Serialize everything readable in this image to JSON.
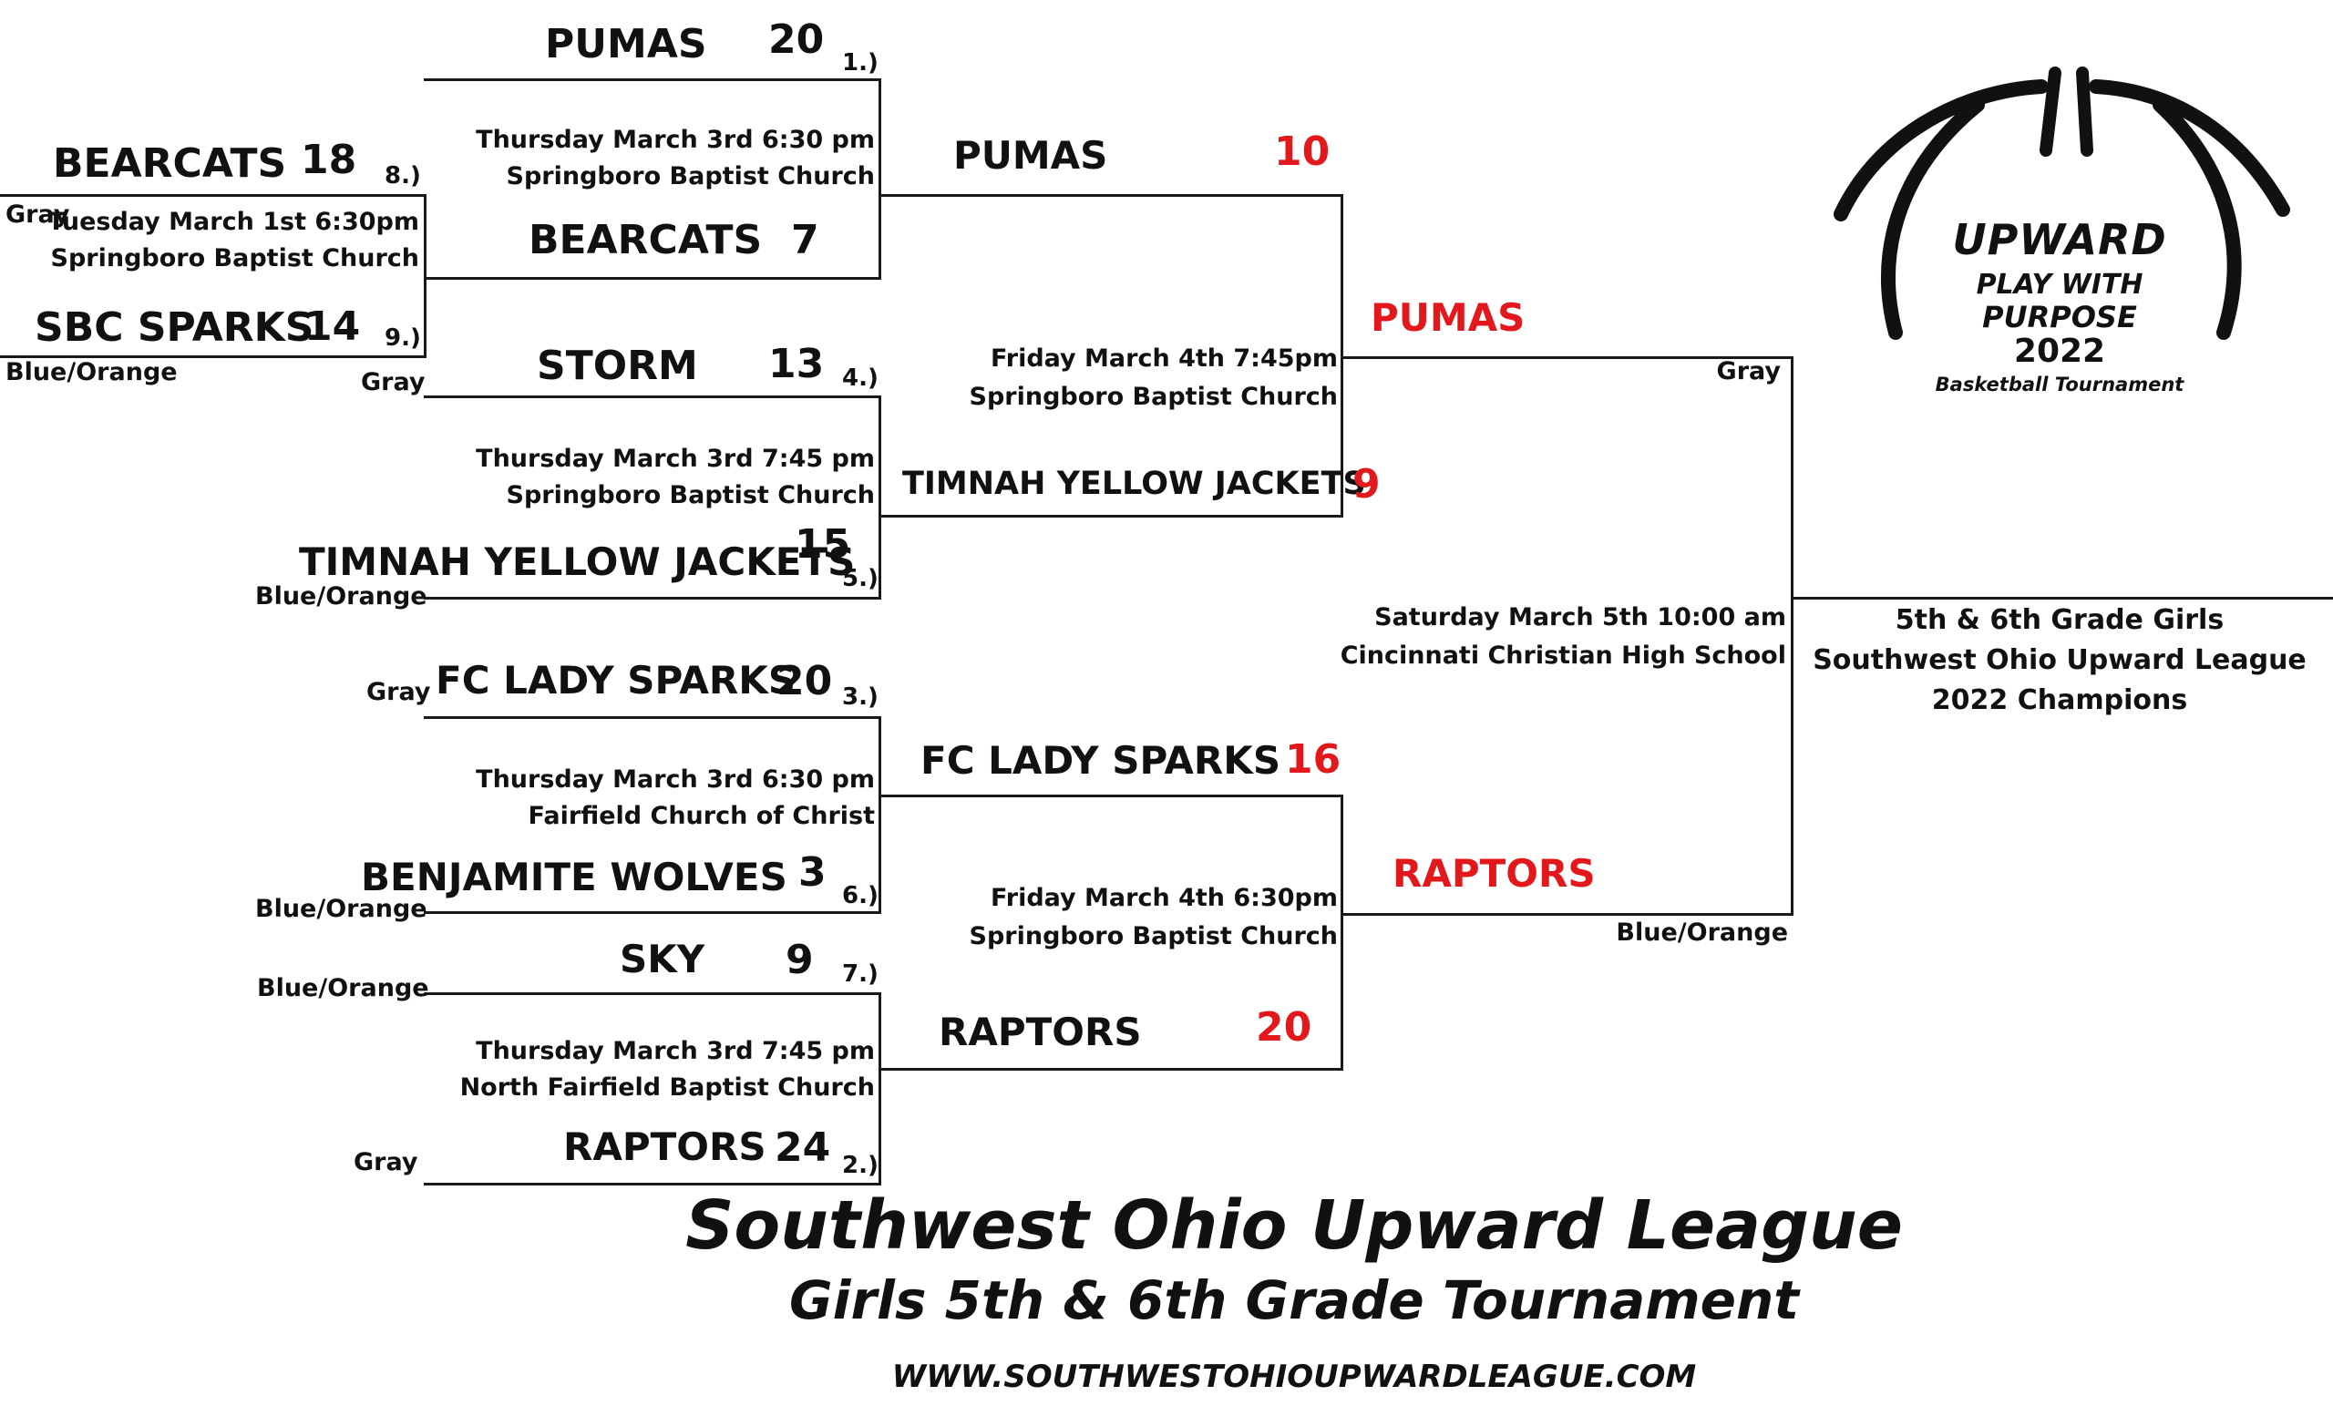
{
  "round0": {
    "team_a": {
      "name": "BEARCATS",
      "score": "18",
      "seed": "8.)",
      "color": "Gray"
    },
    "team_b": {
      "name": "SBC SPARKS",
      "score": "14",
      "seed": "9.)",
      "color": "Blue/Orange",
      "color_right": "Gray"
    },
    "date": "Tuesday March 1st 6:30pm",
    "venue": "Springboro Baptist Church"
  },
  "round1": [
    {
      "top": {
        "name": "PUMAS",
        "score": "20",
        "seed": "1.)"
      },
      "bottom": {
        "name": "BEARCATS",
        "score": "7"
      },
      "date": "Thursday March 3rd 6:30 pm",
      "venue": "Springboro Baptist Church"
    },
    {
      "top": {
        "name": "STORM",
        "score": "13",
        "seed": "4.)"
      },
      "bottom": {
        "name": "TIMNAH YELLOW JACKETS",
        "score": "15",
        "seed": "5.)",
        "color": "Blue/Orange"
      },
      "date": "Thursday March 3rd 7:45 pm",
      "venue": "Springboro Baptist Church"
    },
    {
      "top": {
        "name": "FC LADY SPARKS",
        "score": "20",
        "seed": "3.)",
        "color": "Gray"
      },
      "bottom": {
        "name": "BENJAMITE WOLVES",
        "score": "3",
        "seed": "6.)",
        "color": "Blue/Orange"
      },
      "date": "Thursday March 3rd 6:30 pm",
      "venue": "Fairfield Church of Christ"
    },
    {
      "top": {
        "name": "SKY",
        "score": "9",
        "seed": "7.)",
        "color": "Blue/Orange"
      },
      "bottom": {
        "name": "RAPTORS",
        "score": "24",
        "seed": "2.)",
        "color": "Gray"
      },
      "date": "Thursday March 3rd 7:45 pm",
      "venue": "North Fairfield Baptist Church"
    }
  ],
  "round2": [
    {
      "top": {
        "name": "PUMAS",
        "score": "10"
      },
      "bottom": {
        "name": "TIMNAH YELLOW JACKETS",
        "score": "9"
      },
      "date": "Friday March 4th 7:45pm",
      "venue": "Springboro Baptist Church"
    },
    {
      "top": {
        "name": "FC LADY SPARKS",
        "score": "16"
      },
      "bottom": {
        "name": "RAPTORS",
        "score": "20"
      },
      "date": "Friday March 4th 6:30pm",
      "venue": "Springboro Baptist Church"
    }
  ],
  "final": {
    "top": {
      "name": "PUMAS",
      "color": "Gray"
    },
    "bottom": {
      "name": "RAPTORS",
      "color": "Blue/Orange"
    },
    "date": "Saturday March 5th 10:00 am",
    "venue": "Cincinnati Christian High School"
  },
  "champion": {
    "line1": "5th & 6th Grade Girls",
    "line2": "Southwest Ohio Upward League",
    "line3": "2022 Champions"
  },
  "logo": {
    "brand": "UPWARD",
    "line1": "PLAY WITH",
    "line2": "PURPOSE",
    "year": "2022",
    "subtitle": "Basketball Tournament"
  },
  "footer": {
    "title": "Southwest Ohio Upward League",
    "subtitle": "Girls 5th & 6th Grade Tournament",
    "url": "WWW.SOUTHWESTOHIOUPWARDLEAGUE.COM"
  },
  "colors": {
    "line": "#1a1a1a",
    "highlight": "#e3181c"
  }
}
